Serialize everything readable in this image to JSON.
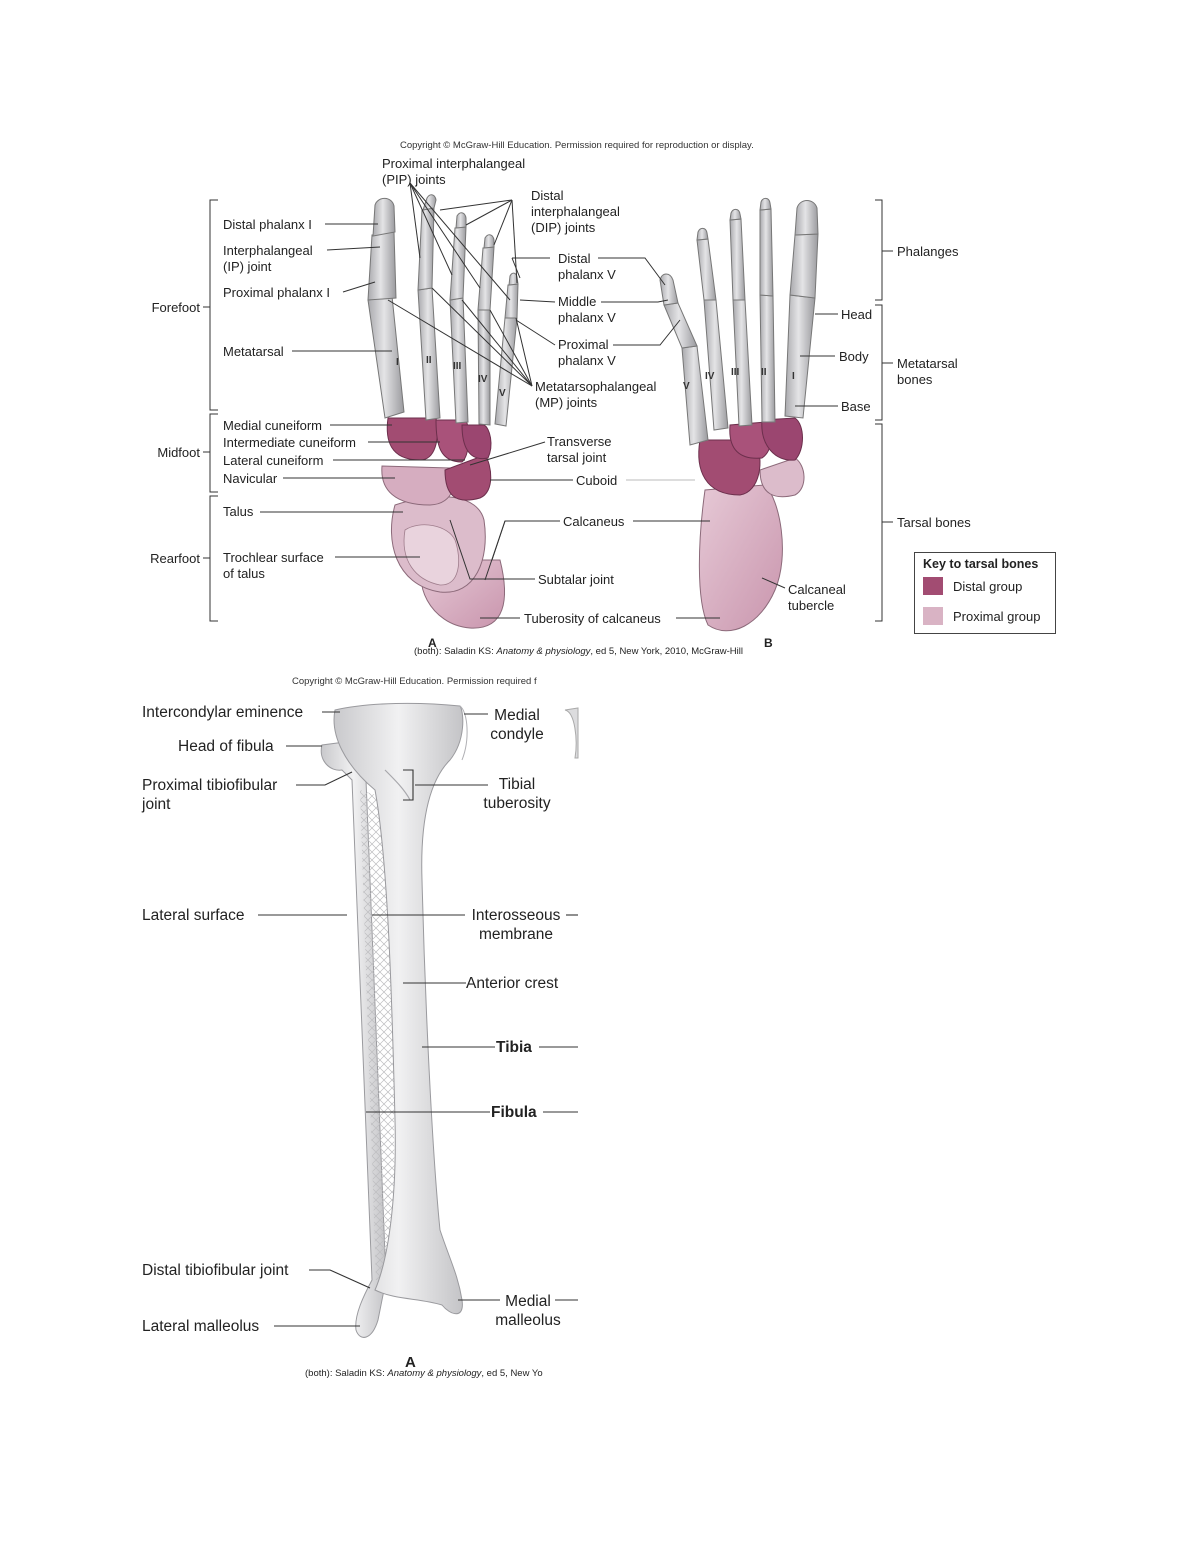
{
  "foot": {
    "copyright": "Copyright © McGraw-Hill Education. Permission required for reproduction or display.",
    "labels": {
      "pip_joints": "Proximal interphalangeal\n(PIP) joints",
      "dip_joints": "Distal\ninterphalangeal\n(DIP) joints",
      "distal_phalanx_1": "Distal phalanx I",
      "ip_joint": "Interphalangeal\n(IP) joint",
      "proximal_phalanx_1": "Proximal phalanx I",
      "metatarsal": "Metatarsal",
      "distal_phalanx_5": "Distal\nphalanx V",
      "middle_phalanx_5": "Middle\nphalanx V",
      "proximal_phalanx_5": "Proximal\nphalanx V",
      "mp_joints": "Metatarsophalangeal\n(MP) joints",
      "medial_cuneiform": "Medial cuneiform",
      "intermediate_cuneiform": "Intermediate cuneiform",
      "lateral_cuneiform": "Lateral cuneiform",
      "navicular": "Navicular",
      "transverse_tarsal_joint": "Transverse\ntarsal joint",
      "cuboid": "Cuboid",
      "talus": "Talus",
      "calcaneus": "Calcaneus",
      "trochlear_surface": "Trochlear surface\nof talus",
      "subtalar_joint": "Subtalar joint",
      "tuberosity_calcaneus": "Tuberosity of calcaneus",
      "calcaneal_tubercle": "Calcaneal\ntubercle",
      "phalanges": "Phalanges",
      "head": "Head",
      "body": "Body",
      "base": "Base",
      "metatarsal_bones": "Metatarsal\nbones",
      "tarsal_bones": "Tarsal bones"
    },
    "regions": {
      "forefoot": "Forefoot",
      "midfoot": "Midfoot",
      "rearfoot": "Rearfoot"
    },
    "numerals_a": [
      "I",
      "II",
      "III",
      "IV",
      "V"
    ],
    "numerals_b": [
      "V",
      "IV",
      "III",
      "II",
      "I"
    ],
    "key": {
      "title": "Key to tarsal bones",
      "distal": "Distal group",
      "proximal": "Proximal group",
      "distal_color": "#a24c72",
      "proximal_color": "#d9b3c4"
    },
    "view_a": "A",
    "view_b": "B",
    "credit_prefix": "(both): Saladin KS: ",
    "credit_title": "Anatomy & physiology",
    "credit_suffix": ", ed 5, New York, 2010, McGraw-Hill"
  },
  "leg": {
    "copyright": "Copyright © McGraw-Hill Education. Permission required f",
    "labels": {
      "intercondylar_eminence": "Intercondylar eminence",
      "head_of_fibula": "Head of fibula",
      "proximal_tibiofibular": "Proximal tibiofibular\njoint",
      "lateral_surface": "Lateral surface",
      "distal_tibiofibular": "Distal tibiofibular joint",
      "lateral_malleolus": "Lateral malleolus",
      "medial_condyle": "Medial\ncondyle",
      "tibial_tuberosity": "Tibial\ntuberosity",
      "interosseous_membrane": "Interosseous\nmembrane",
      "anterior_crest": "Anterior crest",
      "tibia": "Tibia",
      "fibula": "Fibula",
      "medial_malleolus": "Medial\nmalleolus"
    },
    "view_a": "A",
    "credit_prefix": "(both): Saladin KS: ",
    "credit_title": "Anatomy & physiology",
    "credit_suffix": ", ed 5, New Yo"
  }
}
